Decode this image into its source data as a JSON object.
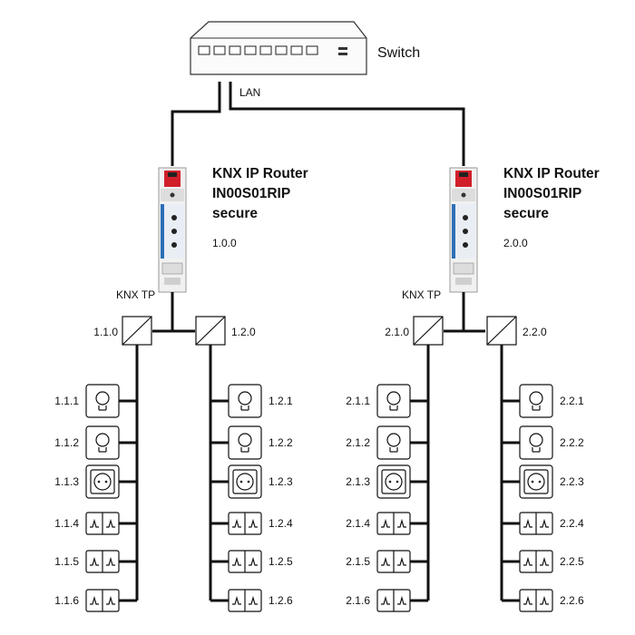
{
  "switch": {
    "label": "Switch"
  },
  "lan": {
    "label": "LAN"
  },
  "routers": [
    {
      "name": "KNX IP Router",
      "model": "IN00S01RIP",
      "variant": "secure",
      "address": "1.0.0",
      "tp_label": "KNX TP"
    },
    {
      "name": "KNX IP Router",
      "model": "IN00S01RIP",
      "variant": "secure",
      "address": "2.0.0",
      "tp_label": "KNX TP"
    }
  ],
  "couplers": [
    {
      "label": "1.1.0",
      "devices": [
        {
          "address": "1.1.1",
          "icon": "bulb-icon"
        },
        {
          "address": "1.1.2",
          "icon": "bulb-icon"
        },
        {
          "address": "1.1.3",
          "icon": "socket-icon"
        },
        {
          "address": "1.1.4",
          "icon": "wall-switch-icon"
        },
        {
          "address": "1.1.5",
          "icon": "wall-switch-icon"
        },
        {
          "address": "1.1.6",
          "icon": "wall-switch-icon"
        }
      ]
    },
    {
      "label": "1.2.0",
      "devices": [
        {
          "address": "1.2.1",
          "icon": "bulb-icon"
        },
        {
          "address": "1.2.2",
          "icon": "bulb-icon"
        },
        {
          "address": "1.2.3",
          "icon": "socket-icon"
        },
        {
          "address": "1.2.4",
          "icon": "wall-switch-icon"
        },
        {
          "address": "1.2.5",
          "icon": "wall-switch-icon"
        },
        {
          "address": "1.2.6",
          "icon": "wall-switch-icon"
        }
      ]
    },
    {
      "label": "2.1.0",
      "devices": [
        {
          "address": "2.1.1",
          "icon": "bulb-icon"
        },
        {
          "address": "2.1.2",
          "icon": "bulb-icon"
        },
        {
          "address": "2.1.3",
          "icon": "socket-icon"
        },
        {
          "address": "2.1.4",
          "icon": "wall-switch-icon"
        },
        {
          "address": "2.1.5",
          "icon": "wall-switch-icon"
        },
        {
          "address": "2.1.6",
          "icon": "wall-switch-icon"
        }
      ]
    },
    {
      "label": "2.2.0",
      "devices": [
        {
          "address": "2.2.1",
          "icon": "bulb-icon"
        },
        {
          "address": "2.2.2",
          "icon": "bulb-icon"
        },
        {
          "address": "2.2.3",
          "icon": "socket-icon"
        },
        {
          "address": "2.2.4",
          "icon": "wall-switch-icon"
        },
        {
          "address": "2.2.5",
          "icon": "wall-switch-icon"
        },
        {
          "address": "2.2.6",
          "icon": "wall-switch-icon"
        }
      ]
    }
  ],
  "colors": {
    "line": "#111111",
    "router_red": "#d11f2a",
    "router_blue": "#2d6fb7",
    "router_body": "#f1f1f1"
  }
}
